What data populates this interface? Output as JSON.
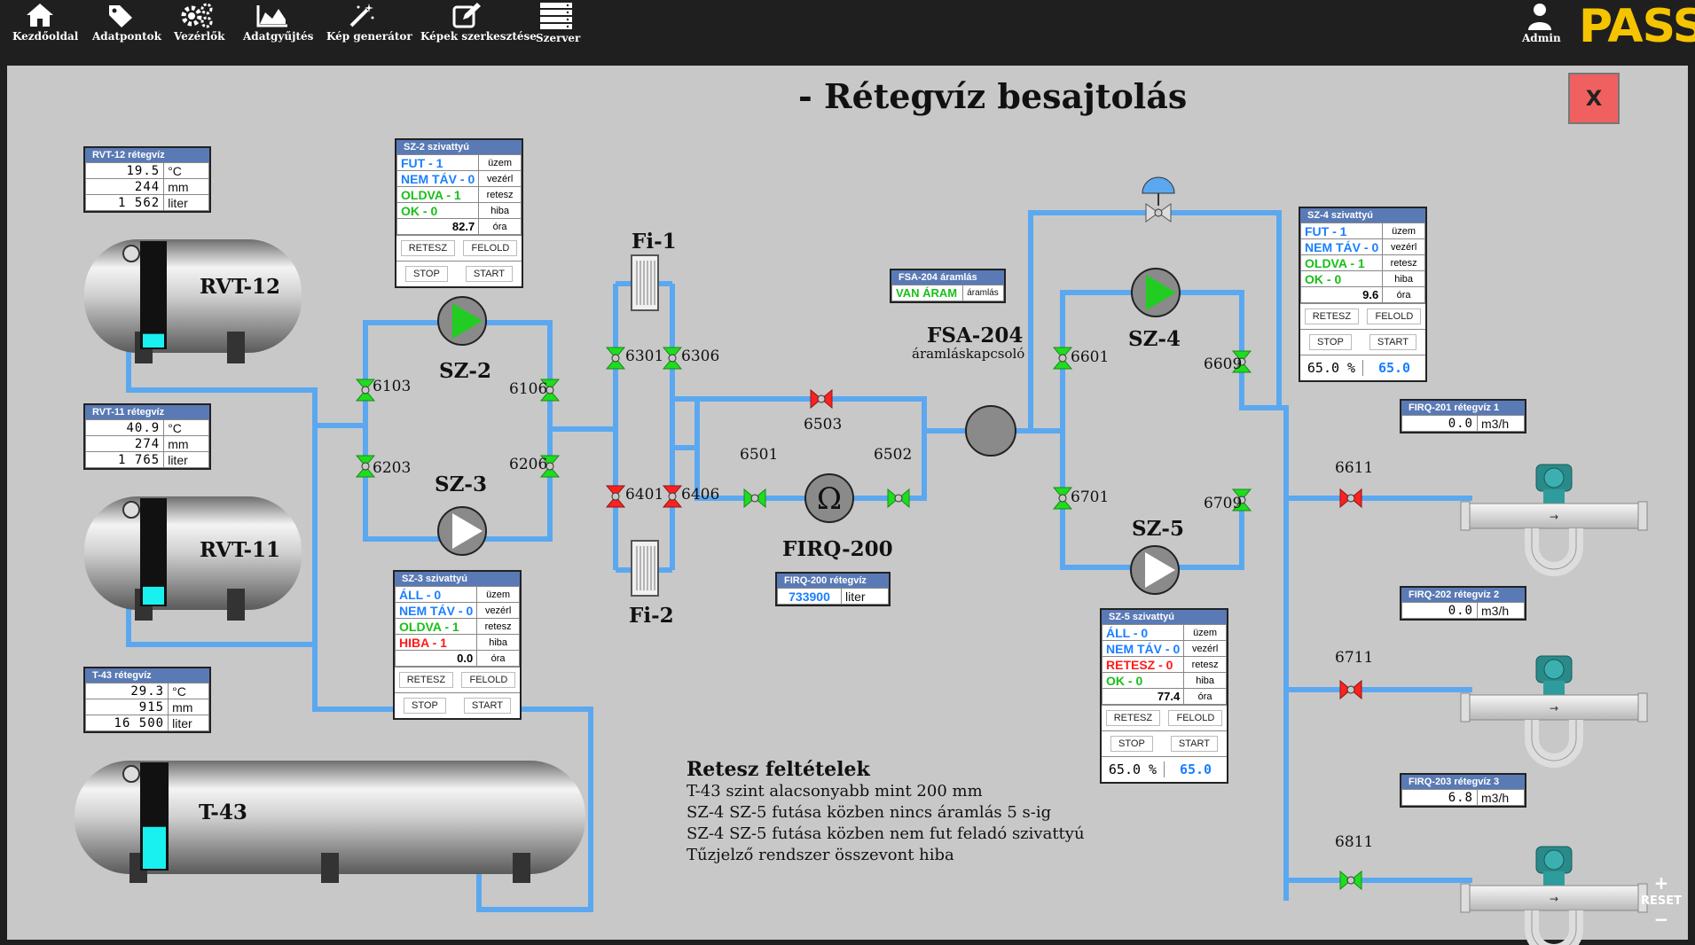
{
  "nav": [
    {
      "label": "Kezdőoldal",
      "icon": "home-icon"
    },
    {
      "label": "Adatpontok",
      "icon": "tag-icon"
    },
    {
      "label": "Vezérlők",
      "icon": "gears-icon"
    },
    {
      "label": "Adatgyűjtés",
      "icon": "chart-icon"
    },
    {
      "label": "Kép generátor",
      "icon": "magic-wand-icon"
    },
    {
      "label": "Képek szerkesztése",
      "icon": "edit-icon"
    },
    {
      "label": "Szerver",
      "icon": "server-icon"
    }
  ],
  "user": {
    "label": "Admin",
    "icon": "user-icon"
  },
  "logo": "PASS",
  "page": {
    "title": "-  Rétegvíz besajtolás",
    "close_label": "X"
  },
  "tanks": {
    "rvt12": {
      "name": "RVT-12",
      "header": "RVT-12  rétegvíz",
      "rows": [
        [
          "19.5",
          "°C"
        ],
        [
          "244",
          "mm"
        ],
        [
          "1 562",
          "liter"
        ]
      ],
      "level": 0.13
    },
    "rvt11": {
      "name": "RVT-11",
      "header": "RVT-11  rétegvíz",
      "rows": [
        [
          "40.9",
          "°C"
        ],
        [
          "274",
          "mm"
        ],
        [
          "1 765",
          "liter"
        ]
      ],
      "level": 0.17
    },
    "t43": {
      "name": "T-43",
      "header": "T-43  rétegvíz",
      "rows": [
        [
          "29.3",
          "°C"
        ],
        [
          "915",
          "mm"
        ],
        [
          "16 500",
          "liter"
        ]
      ],
      "level": 0.4
    }
  },
  "pumps": {
    "sz2": {
      "name": "SZ-2",
      "header": "SZ-2 szivattyú",
      "status": [
        [
          "FUT - 1",
          "üzem",
          "blue"
        ],
        [
          "NEM TÁV - 0",
          "vezérl",
          "blue"
        ],
        [
          "OLDVA - 1",
          "retesz",
          "green"
        ],
        [
          "OK - 0",
          "hiba",
          "green"
        ]
      ],
      "hours": "82.7",
      "hours_unit": "óra",
      "running": true
    },
    "sz3": {
      "name": "SZ-3",
      "header": "SZ-3 szivattyú",
      "status": [
        [
          "ÁLL - 0",
          "üzem",
          "blue"
        ],
        [
          "NEM TÁV - 0",
          "vezérl",
          "blue"
        ],
        [
          "OLDVA - 1",
          "retesz",
          "green"
        ],
        [
          "HIBA - 1",
          "hiba",
          "red"
        ]
      ],
      "hours": "0.0",
      "hours_unit": "óra",
      "running": false
    },
    "sz4": {
      "name": "SZ-4",
      "header": "SZ-4 szivattyú",
      "status": [
        [
          "FUT - 1",
          "üzem",
          "blue"
        ],
        [
          "NEM TÁV - 0",
          "vezérl",
          "blue"
        ],
        [
          "OLDVA - 1",
          "retesz",
          "green"
        ],
        [
          "OK - 0",
          "hiba",
          "green"
        ]
      ],
      "hours": "9.6",
      "hours_unit": "óra",
      "pct": "65.0 %",
      "setpoint": "65.0",
      "running": true
    },
    "sz5": {
      "name": "SZ-5",
      "header": "SZ-5 szivattyú",
      "status": [
        [
          "ÁLL - 0",
          "üzem",
          "blue"
        ],
        [
          "NEM TÁV - 0",
          "vezérl",
          "blue"
        ],
        [
          "RETESZ - 0",
          "retesz",
          "red"
        ],
        [
          "OK - 0",
          "hiba",
          "green"
        ]
      ],
      "hours": "77.4",
      "hours_unit": "óra",
      "pct": "65.0 %",
      "setpoint": "65.0",
      "running": false
    }
  },
  "buttons": {
    "retesz": "RETESZ",
    "felold": "FELOLD",
    "stop": "STOP",
    "start": "START"
  },
  "valves": {
    "v6103": "6103",
    "v6203": "6203",
    "v6106": "6106",
    "v6206": "6206",
    "v6301": "6301",
    "v6306": "6306",
    "v6401": "6401",
    "v6406": "6406",
    "v6501": "6501",
    "v6502": "6502",
    "v6503": "6503",
    "v6601": "6601",
    "v6609": "6609",
    "v6701": "6701",
    "v6709": "6709",
    "v6611": "6611",
    "v6711": "6711",
    "v6811": "6811"
  },
  "filters": {
    "fi1": "Fi-1",
    "fi2": "Fi-2"
  },
  "firq200": {
    "name": "FIRQ-200",
    "header": "FIRQ-200  rétegvíz",
    "value": "733900",
    "unit": "liter"
  },
  "fsa204": {
    "name": "FSA-204",
    "sub": "áramláskapcsoló",
    "header": "FSA-204 áramlás",
    "value": "VAN ÁRAM",
    "unit": "áramlás"
  },
  "meters": {
    "firq201": {
      "header": "FIRQ-201  rétegvíz 1",
      "value": "0.0",
      "unit": "m3/h"
    },
    "firq202": {
      "header": "FIRQ-202  rétegvíz 2",
      "value": "0.0",
      "unit": "m3/h"
    },
    "firq203": {
      "header": "FIRQ-203  rétegvíz 3",
      "value": "6.8",
      "unit": "m3/h"
    }
  },
  "interlock": {
    "title": "Retesz feltételek",
    "lines": [
      "T-43 szint alacsonyabb mint 200 mm",
      "SZ-4  SZ-5 futása közben nincs áramlás 5 s-ig",
      "SZ-4 SZ-5 futása közben nem fut feladó szivattyú",
      "Tűzjelző rendszer összevont hiba"
    ]
  },
  "zoom": {
    "plus": "+",
    "reset": "RESET",
    "minus": "−"
  },
  "colors": {
    "pipe": "#5ba8f0",
    "valve_open": "#1fdc1f",
    "valve_closed": "#ff2020",
    "pump_run": "#22cc22",
    "level": "#19f0f0"
  }
}
